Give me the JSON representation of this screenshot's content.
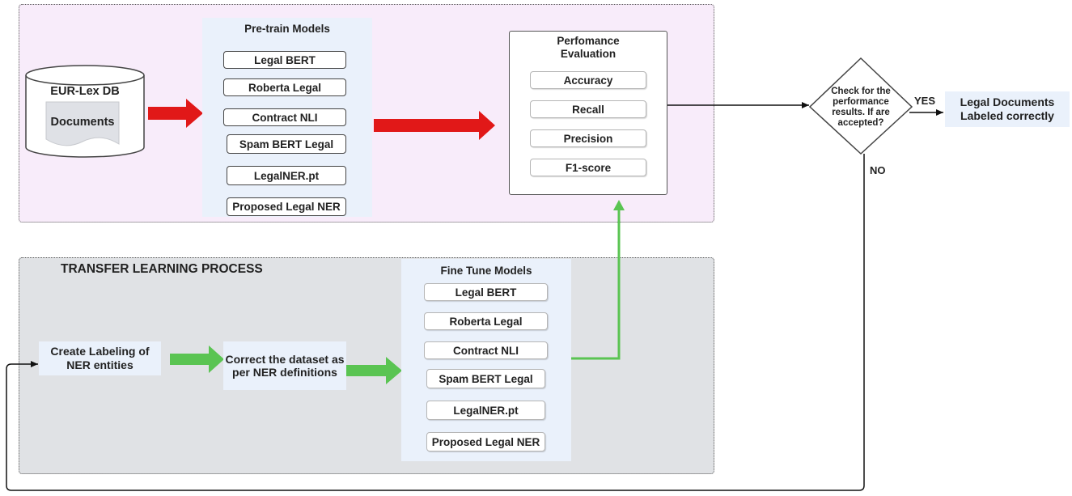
{
  "source": {
    "db_label": "EUR-Lex DB",
    "doc_label": "Documents"
  },
  "pretrain": {
    "title": "Pre-train Models",
    "models": [
      "Legal BERT",
      "Roberta Legal",
      "Contract NLI",
      "Spam BERT Legal",
      "LegalNER.pt",
      "Proposed Legal NER"
    ]
  },
  "evaluation": {
    "title": "Perfomance Evaluation",
    "metrics": [
      "Accuracy",
      "Recall",
      "Precision",
      "F1-score"
    ]
  },
  "decision": {
    "text": "Check for the performance results. If are accepted?",
    "yes_label": "YES",
    "no_label": "NO"
  },
  "result": {
    "text": "Legal Documents Labeled correctly"
  },
  "transfer": {
    "title": "TRANSFER LEARNING PROCESS",
    "step1": "Create Labeling of NER entities",
    "step2": "Correct the dataset as per NER definitions"
  },
  "finetune": {
    "title": "Fine Tune Models",
    "models": [
      "Legal BERT",
      "Roberta Legal",
      "Contract NLI",
      "Spam BERT Legal",
      "LegalNER.pt",
      "Proposed Legal NER"
    ]
  },
  "colors": {
    "red_arrow": "#e11818",
    "green_arrow": "#5ac452",
    "top_bg": "#f8ecfa",
    "bottom_bg": "#e0e2e5",
    "panel_bg": "#eaf1fb"
  }
}
